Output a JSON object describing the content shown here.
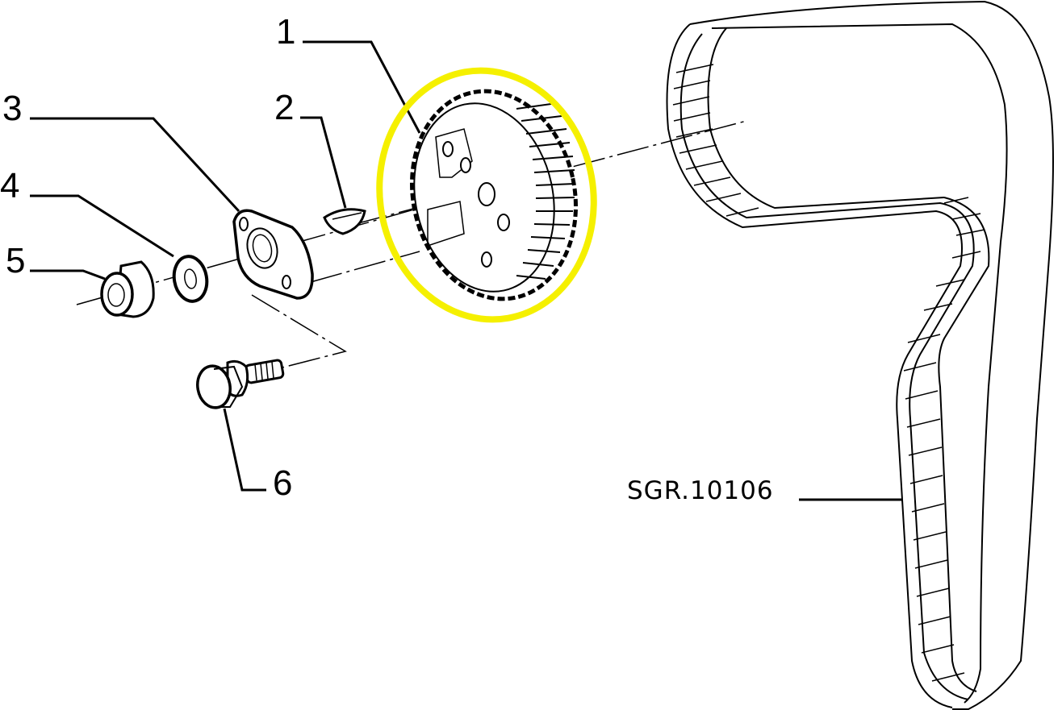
{
  "diagram": {
    "type": "exploded-parts-diagram",
    "subject": "camshaft timing pulley assembly",
    "reference_code": "SGR.10106",
    "highlight_color": "#f5f000",
    "line_color": "#000000",
    "background_color": "#ffffff",
    "highlighted_part": "1",
    "callouts": [
      {
        "number": "1",
        "part": "timing-pulley"
      },
      {
        "number": "2",
        "part": "woodruff-key"
      },
      {
        "number": "3",
        "part": "flange-plate"
      },
      {
        "number": "4",
        "part": "washer"
      },
      {
        "number": "5",
        "part": "flange-nut"
      },
      {
        "number": "6",
        "part": "bolt"
      }
    ],
    "belt_label": "timing-belt"
  }
}
